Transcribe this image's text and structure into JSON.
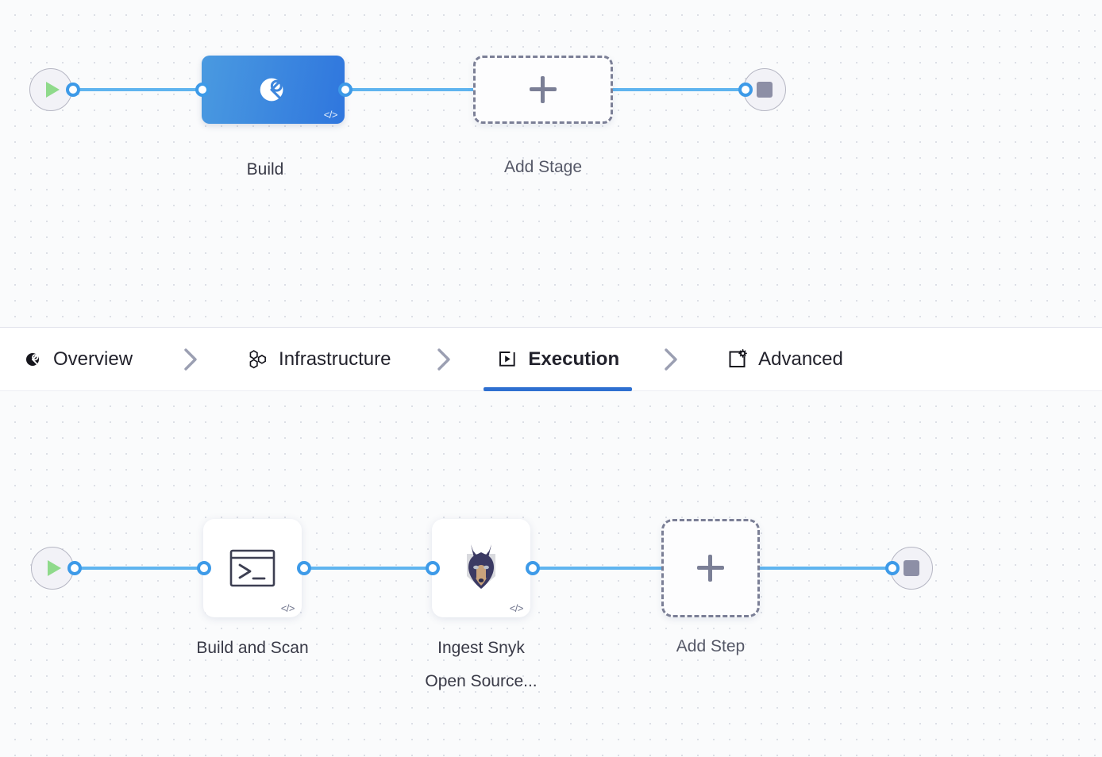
{
  "pipeline": {
    "stage_row": {
      "start_node": {
        "icon": "play-icon",
        "name": "pipeline-start"
      },
      "end_node": {
        "icon": "stop-icon",
        "name": "pipeline-end"
      },
      "nodes": [
        {
          "id": "build",
          "label": "Build",
          "type": "stage",
          "icon": "build-ci-icon",
          "badge": "</>",
          "selected": true
        },
        {
          "id": "add-stage",
          "label": "Add Stage",
          "type": "add",
          "icon": "plus-icon"
        }
      ]
    },
    "step_row": {
      "start_node": {
        "icon": "play-icon",
        "name": "execution-start"
      },
      "end_node": {
        "icon": "stop-icon",
        "name": "execution-end"
      },
      "nodes": [
        {
          "id": "build-and-scan",
          "label": "Build and Scan",
          "type": "step",
          "icon": "terminal-icon",
          "badge": "</>"
        },
        {
          "id": "ingest-snyk",
          "label": "Ingest Snyk\nOpen Source...",
          "type": "step",
          "icon": "snyk-dog-icon",
          "badge": "</>"
        },
        {
          "id": "add-step",
          "label": "Add Step",
          "type": "add",
          "icon": "plus-icon"
        }
      ]
    }
  },
  "tabs": {
    "active": "Execution",
    "separator_icon": "chevron-right-icon",
    "items": [
      {
        "id": "overview",
        "label": "Overview",
        "icon": "overview-build-icon"
      },
      {
        "id": "infrastructure",
        "label": "Infrastructure",
        "icon": "hexagon-cluster-icon"
      },
      {
        "id": "execution",
        "label": "Execution",
        "icon": "execution-play-icon"
      },
      {
        "id": "advanced",
        "label": "Advanced",
        "icon": "advanced-gear-icon"
      }
    ]
  },
  "colors": {
    "accent_blue": "#2e6fd0",
    "wire_blue": "#5fb4ef",
    "connector_ring": "#3d9ae8",
    "stage_gradient_from": "#4a9ae0",
    "stage_gradient_to": "#2f76de",
    "start_green": "#8fda8b",
    "stop_gray": "#8d8fa6",
    "canvas_bg": "#fafbfc",
    "caption_text": "#383946",
    "dashed_border": "#7b7f96"
  }
}
